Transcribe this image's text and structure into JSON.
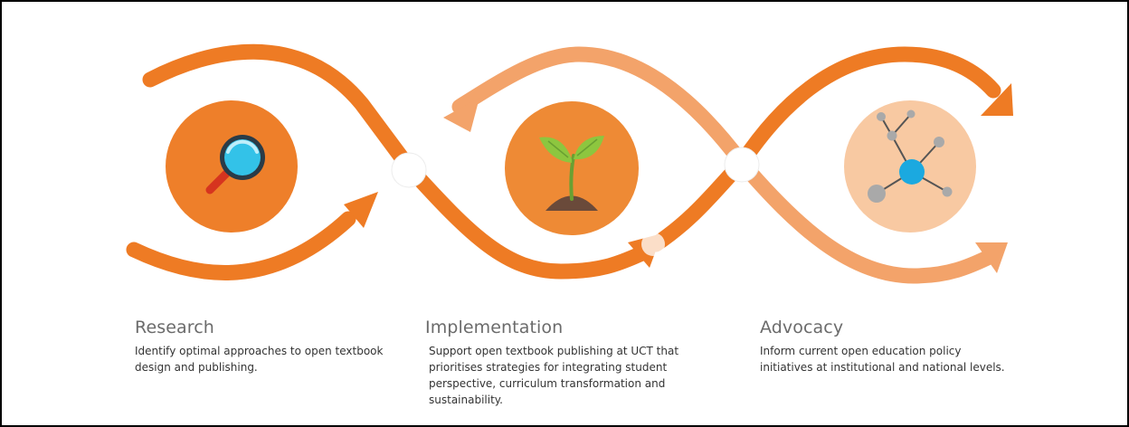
{
  "colors": {
    "orange": "#ee7b24",
    "light_orange": "#f3a36a",
    "circle_orange": "#ee7f2a",
    "circle_peach": "#f8c9a2",
    "title_gray": "#6b6b6b",
    "text": "#333333"
  },
  "stages": [
    {
      "id": "research",
      "icon": "magnifying-glass-icon",
      "title": "Research",
      "description": "Identify optimal approaches to open textbook design and publishing."
    },
    {
      "id": "implementation",
      "icon": "seedling-icon",
      "title": "Implementation",
      "description": "Support open textbook publishing at UCT that prioritises strategies for integrating student perspective, curriculum transformation and sustainability."
    },
    {
      "id": "advocacy",
      "icon": "network-icon",
      "title": "Advocacy",
      "description": "Inform current open education policy initiatives at institutional and national levels."
    }
  ]
}
